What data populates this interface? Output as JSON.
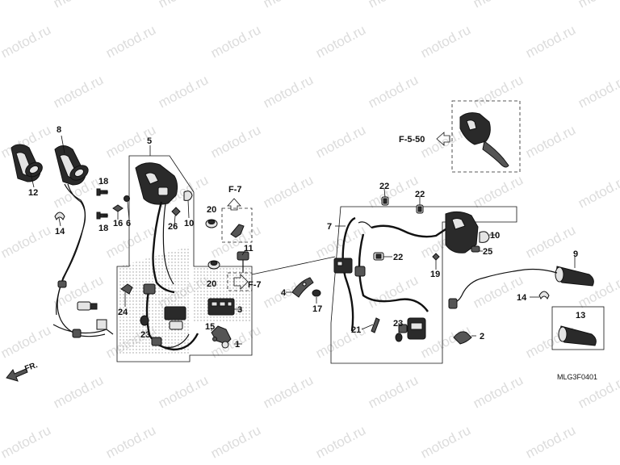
{
  "watermark": "motod.ru",
  "drawing_code": "MLG3F0401",
  "front_label": "FR.",
  "references": {
    "f7_upper": "F-7",
    "f7_lower": "F-7",
    "f550": "F-5-50"
  },
  "part_numbers": {
    "n12": "12",
    "n8": "8",
    "n14a": "14",
    "n18a": "18",
    "n18b": "18",
    "n16": "16",
    "n6": "6",
    "n5": "5",
    "n26": "26",
    "n10a": "10",
    "n20a": "20",
    "n20b": "20",
    "n11": "11",
    "n3": "3",
    "n24": "24",
    "n23a": "23",
    "n15": "15",
    "n1": "1",
    "n7": "7",
    "n22a": "22",
    "n22b": "22",
    "n22c": "22",
    "n10b": "10",
    "n25": "25",
    "n19": "19",
    "n9": "9",
    "n14b": "14",
    "n4": "4",
    "n17": "17",
    "n21": "21",
    "n23b": "23",
    "n2": "2",
    "n13": "13"
  }
}
